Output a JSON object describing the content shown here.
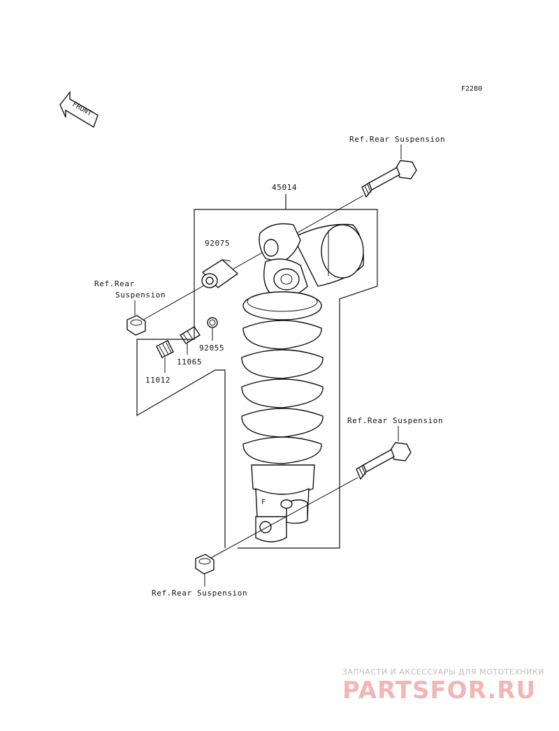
{
  "diagram": {
    "figure_code": "F2280",
    "front_arrow_text": "FRONT",
    "labels": {
      "ref_top": "Ref.Rear Suspension",
      "ref_left_line1": "Ref.Rear",
      "ref_left_line2": "Suspension",
      "ref_right": "Ref.Rear Suspension",
      "ref_bottom": "Ref.Rear Suspension"
    },
    "parts": {
      "shock_absorber": "45014",
      "bushing": "92075",
      "oring": "92055",
      "valve": "11065",
      "cap": "11012"
    },
    "watermark": {
      "line1": "ЗАПЧАСТИ И АКСЕССУАРЫ ДЛЯ МОТОТЕХНИКИ",
      "line2": "PARTSFOR.RU"
    }
  }
}
